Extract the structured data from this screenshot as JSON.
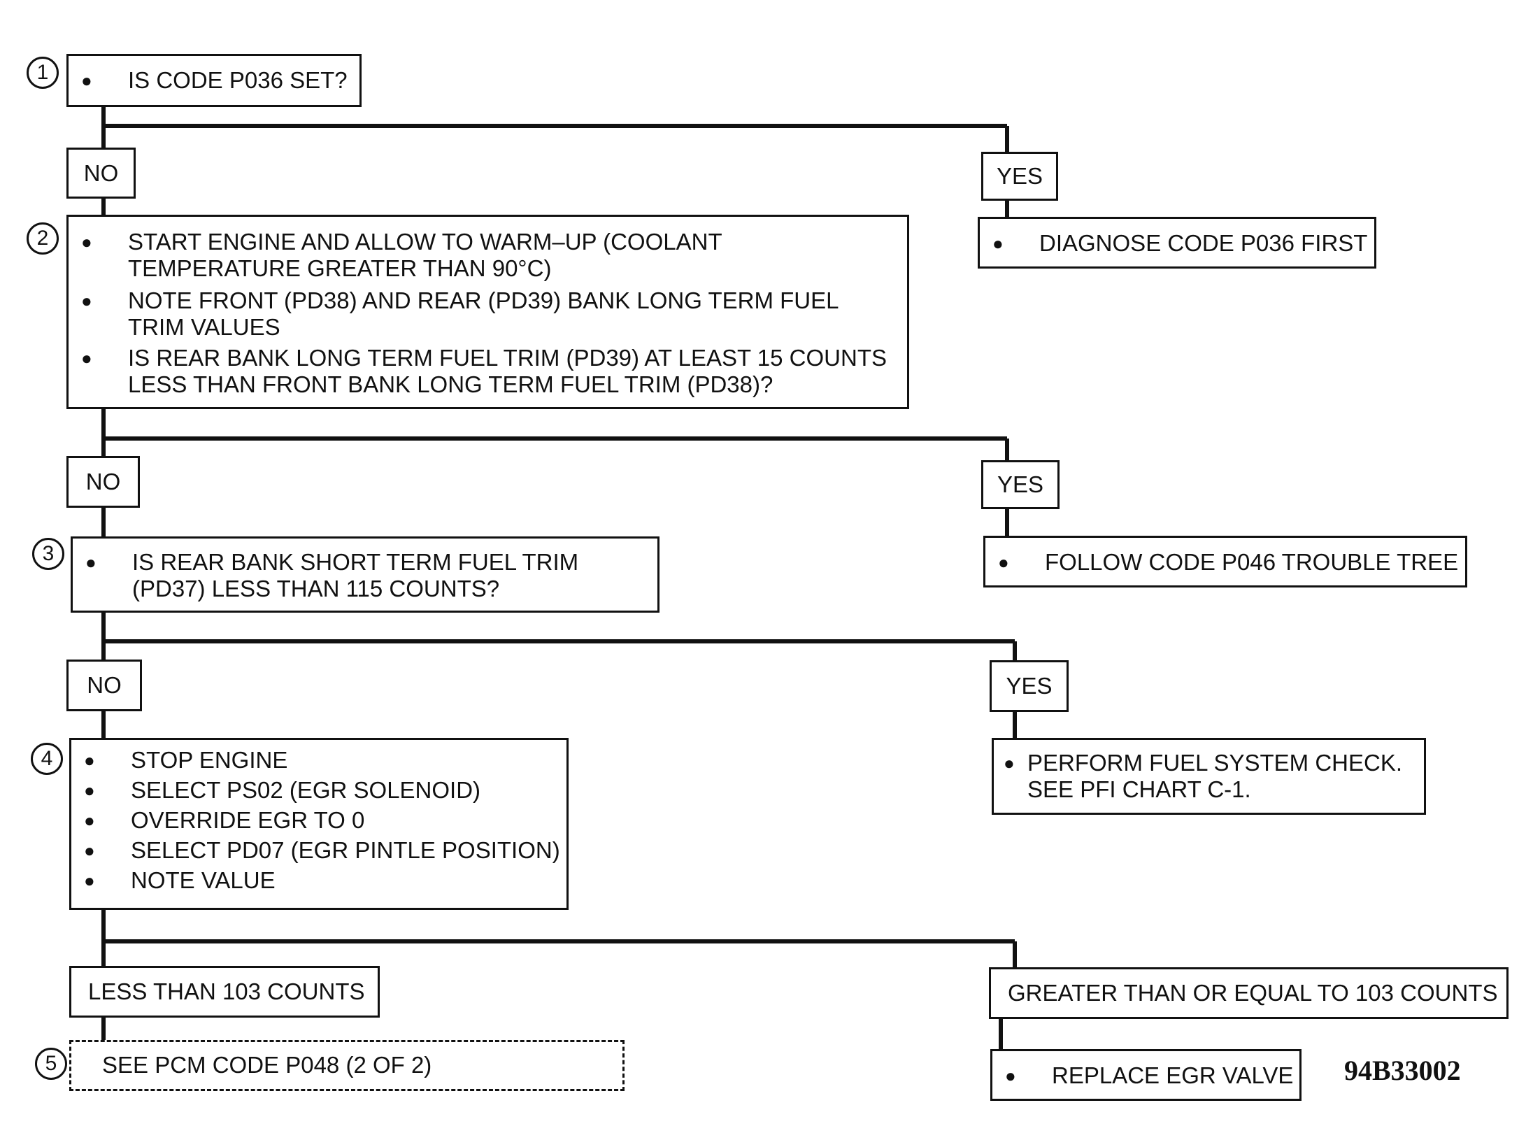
{
  "steps": {
    "s1": {
      "num": "1",
      "items": [
        "IS CODE P036 SET?"
      ]
    },
    "s2": {
      "num": "2",
      "items": [
        "START ENGINE AND ALLOW TO WARM–UP (COOLANT TEMPERATURE GREATER THAN 90°C)",
        "NOTE FRONT (PD38) AND REAR (PD39) BANK LONG TERM FUEL TRIM VALUES",
        "IS REAR BANK LONG TERM FUEL TRIM (PD39) AT LEAST 15 COUNTS LESS THAN FRONT BANK LONG TERM FUEL TRIM (PD38)?"
      ]
    },
    "s3": {
      "num": "3",
      "items": [
        "IS REAR BANK SHORT TERM FUEL TRIM (PD37) LESS THAN 115 COUNTS?"
      ]
    },
    "s4": {
      "num": "4",
      "items": [
        "STOP ENGINE",
        "SELECT PS02 (EGR SOLENOID)",
        "OVERRIDE EGR TO 0",
        "SELECT PD07 (EGR PINTLE POSITION)",
        "NOTE VALUE"
      ]
    },
    "s5": {
      "num": "5",
      "text": "SEE PCM CODE P048 (2 OF 2)"
    }
  },
  "branches": {
    "b1_no": "NO",
    "b1_yes": "YES",
    "b2_no": "NO",
    "b2_yes": "YES",
    "b3_no": "NO",
    "b3_yes": "YES",
    "b4_left": "LESS THAN 103 COUNTS",
    "b4_right": "GREATER THAN OR EQUAL TO 103 COUNTS"
  },
  "results": {
    "r1": "DIAGNOSE CODE P036 FIRST",
    "r2": "FOLLOW CODE P046 TROUBLE TREE",
    "r3": "PERFORM FUEL SYSTEM CHECK. SEE PFI CHART C-1.",
    "r4": "REPLACE EGR VALVE"
  },
  "figure_code": "94B33002"
}
